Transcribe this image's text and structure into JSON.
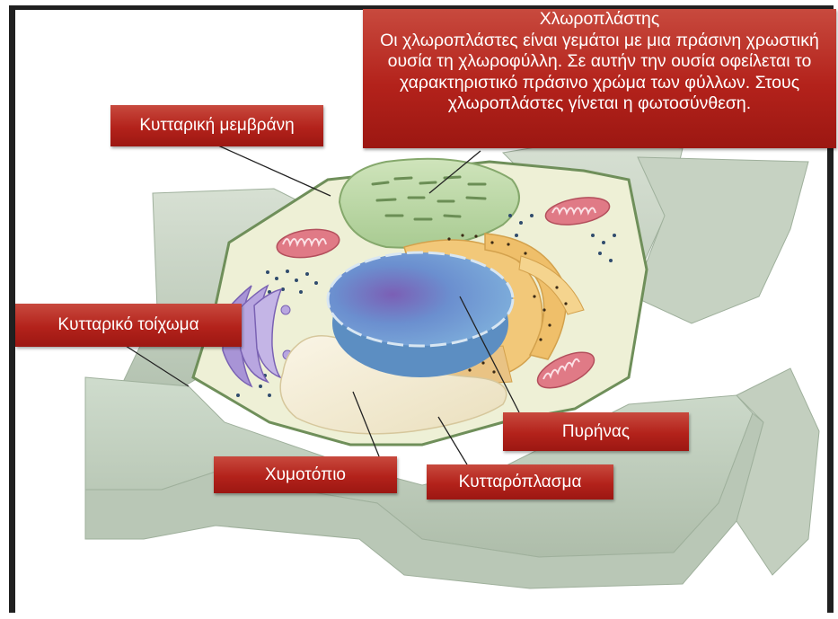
{
  "labels": {
    "membrane": "Κυτταρική μεμβράνη",
    "wall": "Κυτταρικό τοίχωμα",
    "vacuole": "Χυμοτόπιο",
    "cytoplasm": "Κυτταρόπλασμα",
    "nucleus": "Πυρήνας",
    "chloroplast_title": "Χλωροπλάστης",
    "chloroplast_text": "Οι χλωροπλάστες είναι γεμάτοι με μια πράσινη χρωστική ουσία τη χλωροφύλλη. Σε αυτήν την ουσία οφείλεται το χαρακτηριστικό πράσινο χρώμα των φύλλων. Στους χλωροπλάστες γίνεται η φωτοσύνθεση."
  },
  "colors": {
    "label_red": "#b3221b",
    "cell_wall": "#b9c7b6",
    "cytoplasm": "#eef0d6",
    "nucleus": "#6f9fd0",
    "golgi": "#a894d6",
    "er": "#f2c879",
    "chloroplast": "#bcd9a6",
    "mitochondria": "#e07a86",
    "vacuole": "#f7efd8"
  }
}
